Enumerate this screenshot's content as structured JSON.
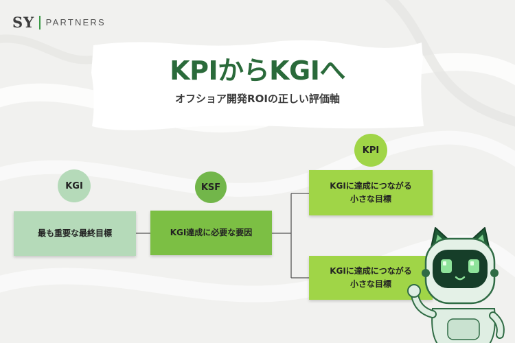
{
  "brand": {
    "mark": "SY",
    "word": "PARTNERS"
  },
  "header": {
    "title": "KPIからKGIへ",
    "subtitle": "オフショア開発ROIの正しい評価軸"
  },
  "diagram": {
    "kgi": {
      "label": "KGI",
      "description": "最も重要な最終目標"
    },
    "ksf": {
      "label": "KSF",
      "description": "KGI達成に必要な要因"
    },
    "kpi": {
      "label": "KPI",
      "items": [
        {
          "line1": "KGIに達成につながる",
          "line2": "小さな目標"
        },
        {
          "line1": "KGIに達成につながる",
          "line2": "小さな目標"
        }
      ]
    }
  },
  "colors": {
    "title_green": "#2a6a3a",
    "kgi_light_green": "#b5dab9",
    "ksf_green": "#7cbf44",
    "kpi_lime": "#a0d547",
    "background": "#f1f1ef"
  },
  "decorations": {
    "mascot": "robot-cat-mascot"
  }
}
